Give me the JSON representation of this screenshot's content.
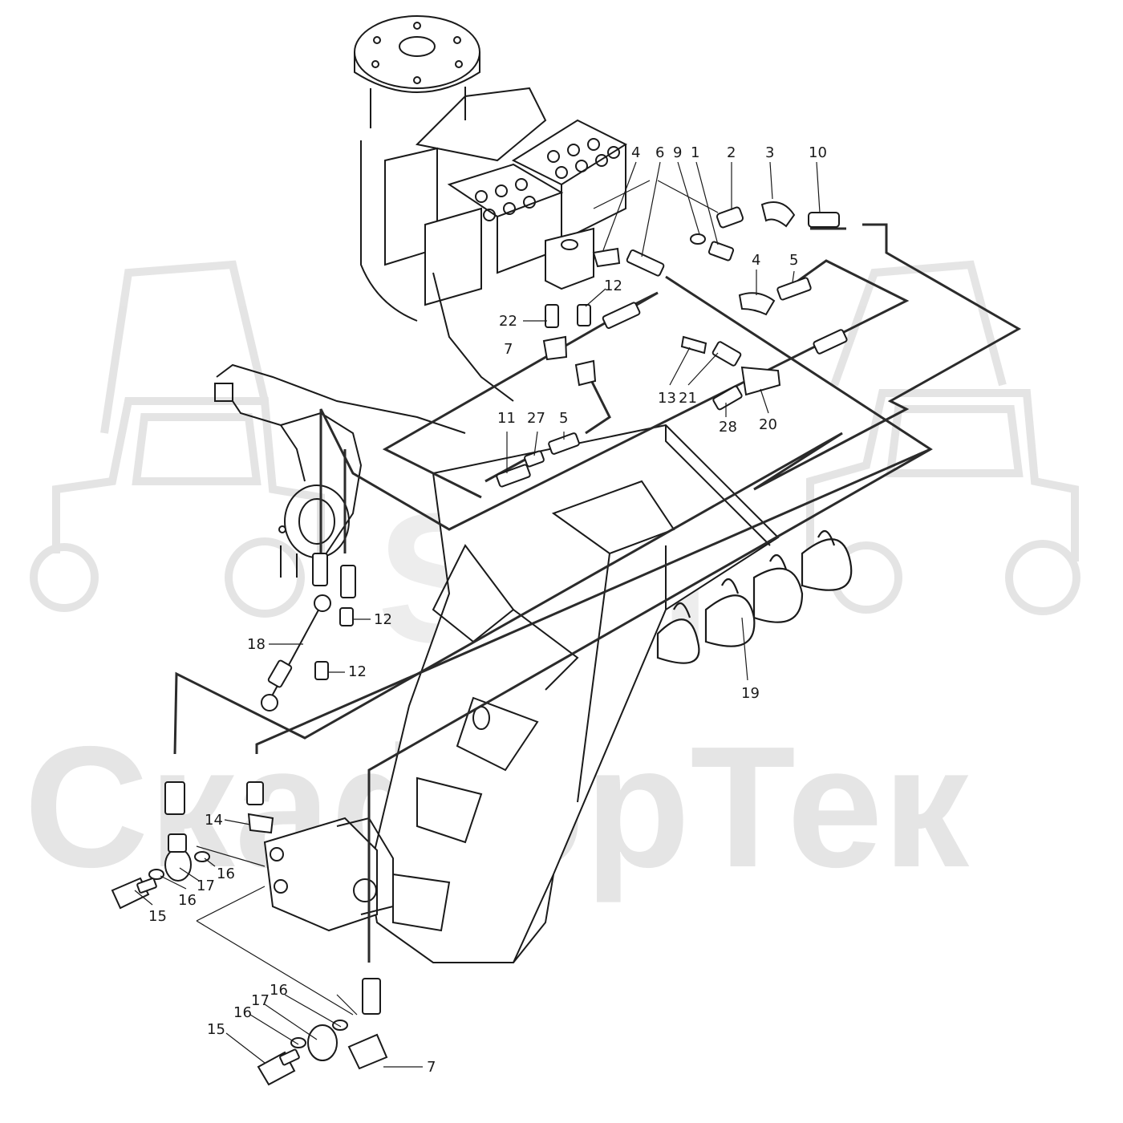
{
  "watermark": {
    "logo_text": "SFT",
    "brand_text": "СкафорТек"
  },
  "labels": {
    "c4a": "4",
    "c6": "6",
    "c9": "9",
    "c1": "1",
    "c2": "2",
    "c3": "3",
    "c10": "10",
    "c4b": "4",
    "c5a": "5",
    "c12a": "12",
    "c22": "22",
    "c7a": "7",
    "c13": "13",
    "c21": "21",
    "c28": "28",
    "c20": "20",
    "c11": "11",
    "c27": "27",
    "c5b": "5",
    "c12b": "12",
    "c18": "18",
    "c12c": "12",
    "c19": "19",
    "c14": "14",
    "c16a": "16",
    "c17a": "17",
    "c16b": "16",
    "c15a": "15",
    "c16c": "16",
    "c17b": "17",
    "c16d": "16",
    "c15b": "15",
    "c7b": "7"
  },
  "colors": {
    "line": "#1a1a1a",
    "hose": "#2b2b2b",
    "watermark": "#e3e3e3"
  }
}
